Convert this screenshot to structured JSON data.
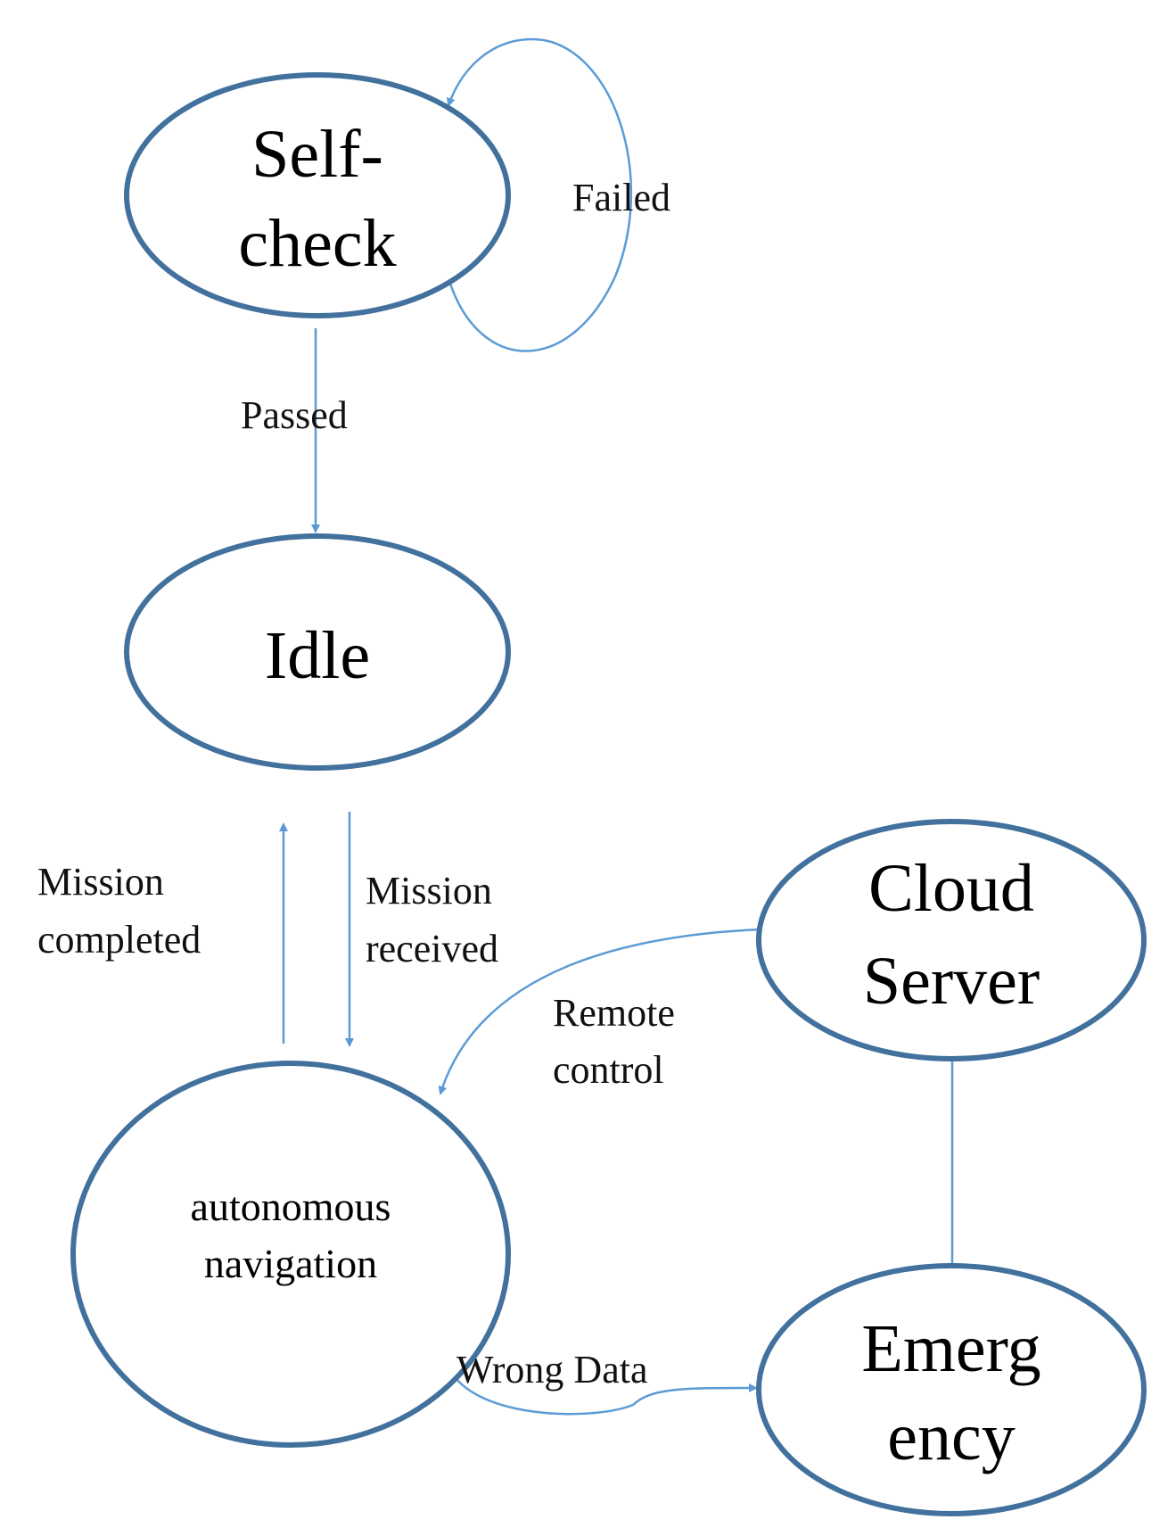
{
  "diagram": {
    "type": "state-diagram",
    "colors": {
      "node_stroke": "#41719c",
      "edge_stroke": "#5b9bd5",
      "text": "#000000"
    },
    "nodes": {
      "self_check": {
        "line1": "Self-",
        "line2": "check"
      },
      "idle": {
        "label": "Idle"
      },
      "autonomous_navigation": {
        "line1": "autonomous",
        "line2": "navigation"
      },
      "cloud_server": {
        "line1": "Cloud",
        "line2": "Server"
      },
      "emergency": {
        "line1": "Emerg",
        "line2": "ency"
      }
    },
    "edges": {
      "failed": {
        "label": "Failed",
        "from": "Self-check",
        "to": "Self-check"
      },
      "passed": {
        "label": "Passed",
        "from": "Self-check",
        "to": "Idle"
      },
      "mission_completed": {
        "line1": "Mission",
        "line2": "completed",
        "from": "autonomous navigation",
        "to": "Idle"
      },
      "mission_received": {
        "line1": "Mission",
        "line2": "received",
        "from": "Idle",
        "to": "autonomous navigation"
      },
      "remote_control": {
        "line1": "Remote",
        "line2": "control",
        "from": "Cloud Server",
        "to": "autonomous navigation"
      },
      "wrong_data": {
        "label": "Wrong Data",
        "from": "autonomous navigation",
        "to": "Emergency"
      },
      "emergency_to_cloud": {
        "from": "Emergency",
        "to": "Cloud Server"
      }
    }
  }
}
